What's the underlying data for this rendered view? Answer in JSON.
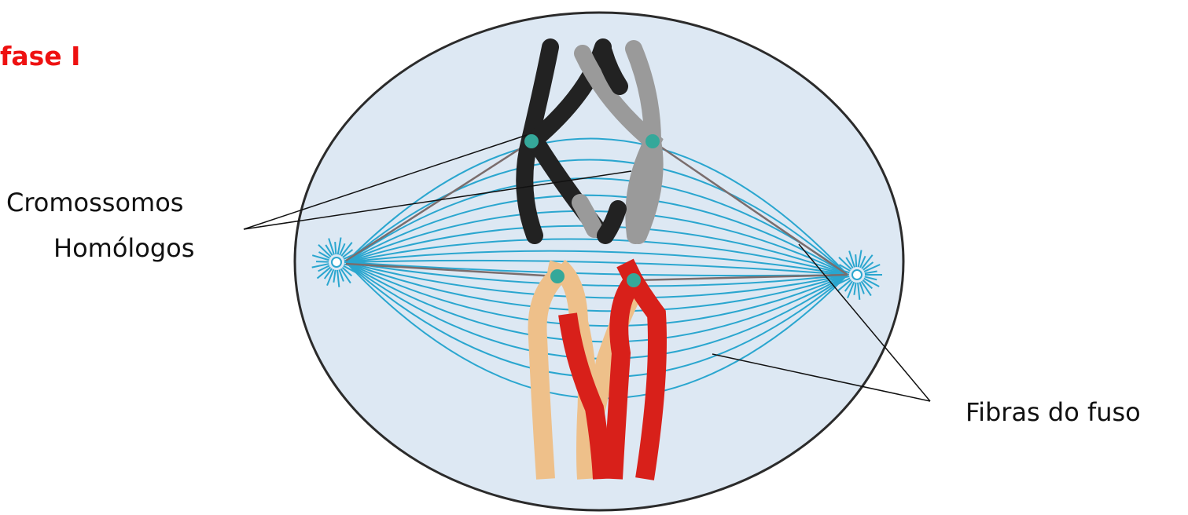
{
  "title": "fase I",
  "labels": {
    "chromosomes_line1": "Cromossomos",
    "chromosomes_line2": "Homólogos",
    "spindle_fibers": "Fibras do fuso"
  },
  "colors": {
    "title": "#ee1111",
    "cell_fill": "#dde8f3",
    "cell_border": "#2b2b2b",
    "spindle_fibers": "#2aa6cf",
    "kinetochore_fibers": "#7a6d6d",
    "centromere": "#35a89a",
    "chromosome_black": "#222222",
    "chromosome_gray": "#9a9a9a",
    "chromosome_tan": "#eec08a",
    "chromosome_red": "#d8201a"
  }
}
